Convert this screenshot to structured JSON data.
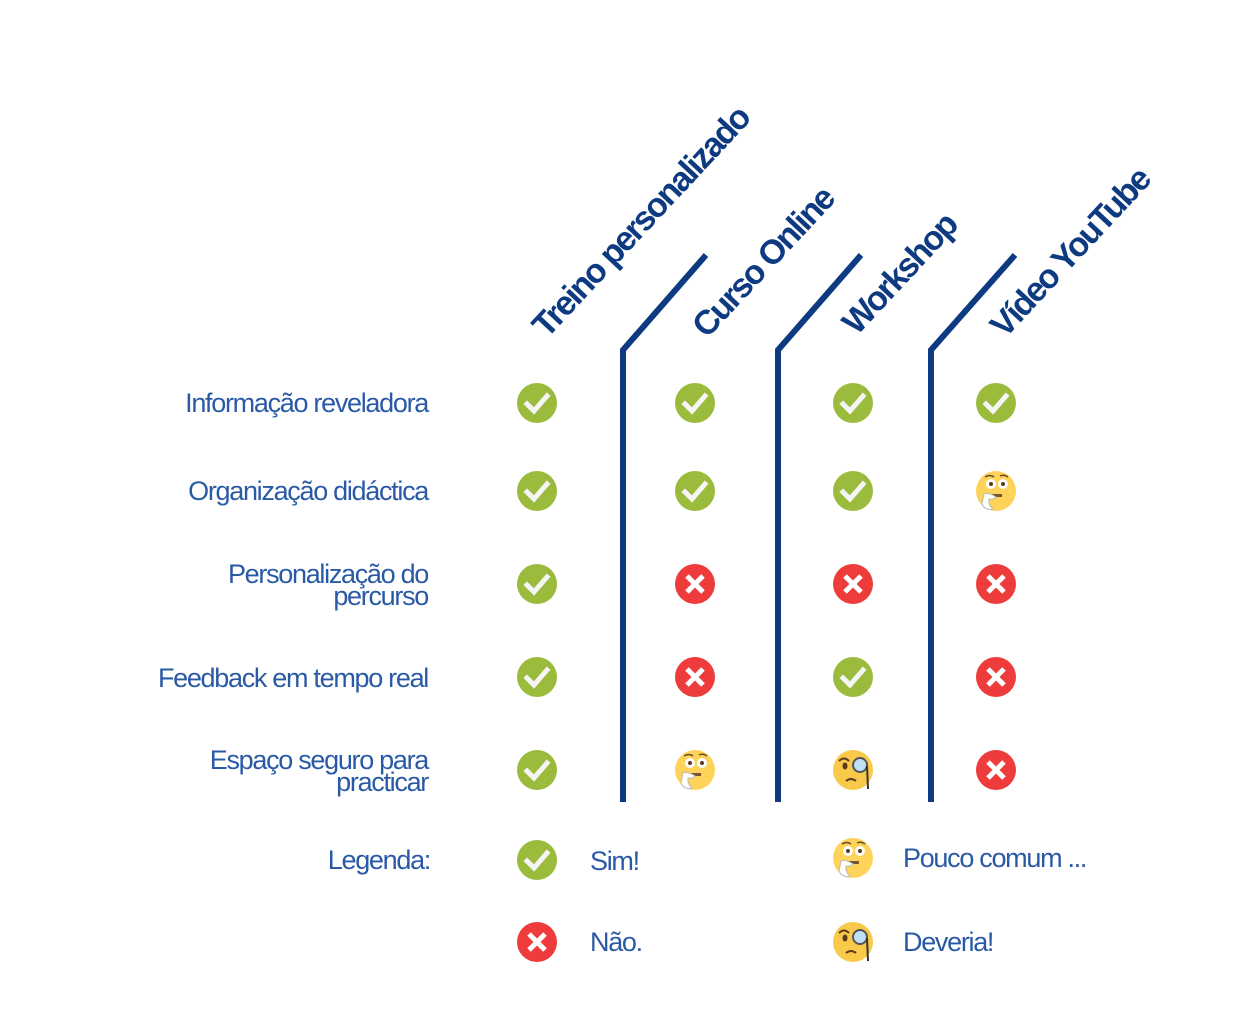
{
  "headers": [
    "Treino personalizado",
    "Curso Online",
    "Workshop",
    "Vídeo YouTube"
  ],
  "rows": [
    {
      "label": "Informação reveladora",
      "cells": [
        "check",
        "check",
        "check",
        "check"
      ]
    },
    {
      "label": "Organização didáctica",
      "cells": [
        "check",
        "check",
        "check",
        "thinking"
      ]
    },
    {
      "label": "Personalização do percurso",
      "cells": [
        "check",
        "cross",
        "cross",
        "cross"
      ]
    },
    {
      "label": "Feedback em tempo real",
      "cells": [
        "check",
        "cross",
        "check",
        "cross"
      ]
    },
    {
      "label": "Espaço seguro para practicar",
      "cells": [
        "check",
        "thinking",
        "monocle",
        "cross"
      ]
    }
  ],
  "legend": {
    "title": "Legenda:",
    "items": [
      {
        "icon": "check",
        "label": "Sim!"
      },
      {
        "icon": "cross",
        "label": "Não."
      },
      {
        "icon": "thinking",
        "label": "Pouco comum ..."
      },
      {
        "icon": "monocle",
        "label": "Deveria!"
      }
    ]
  },
  "colors": {
    "header": "#0d3a80",
    "text": "#2a5aa6",
    "divider": "#0d3a80",
    "check": "#9bbb3c",
    "cross": "#ee3b3b",
    "emoji": "#fdd35a"
  }
}
